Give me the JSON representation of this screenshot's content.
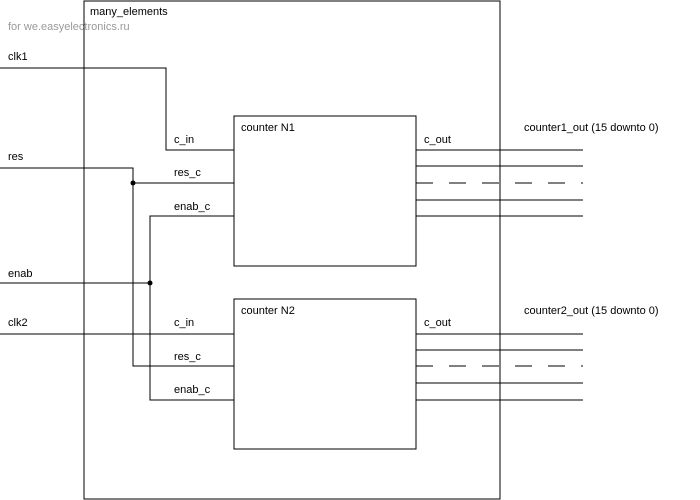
{
  "watermark": "for we.easyelectronics.ru",
  "outer_block": {
    "title": "many_elements"
  },
  "inputs": {
    "clk1": "clk1",
    "res": "res",
    "enab": "enab",
    "clk2": "clk2"
  },
  "counters": [
    {
      "title": "counter N1",
      "ports": {
        "c_in": "c_in",
        "res_c": "res_c",
        "enab_c": "enab_c",
        "c_out": "c_out"
      },
      "output_label": "counter1_out (15 downto 0)"
    },
    {
      "title": "counter N2",
      "ports": {
        "c_in": "c_in",
        "res_c": "res_c",
        "enab_c": "enab_c",
        "c_out": "c_out"
      },
      "output_label": "counter2_out (15 downto 0)"
    }
  ],
  "colors": {
    "line": "#000000",
    "background": "#ffffff",
    "watermark": "#9a9a9a"
  }
}
